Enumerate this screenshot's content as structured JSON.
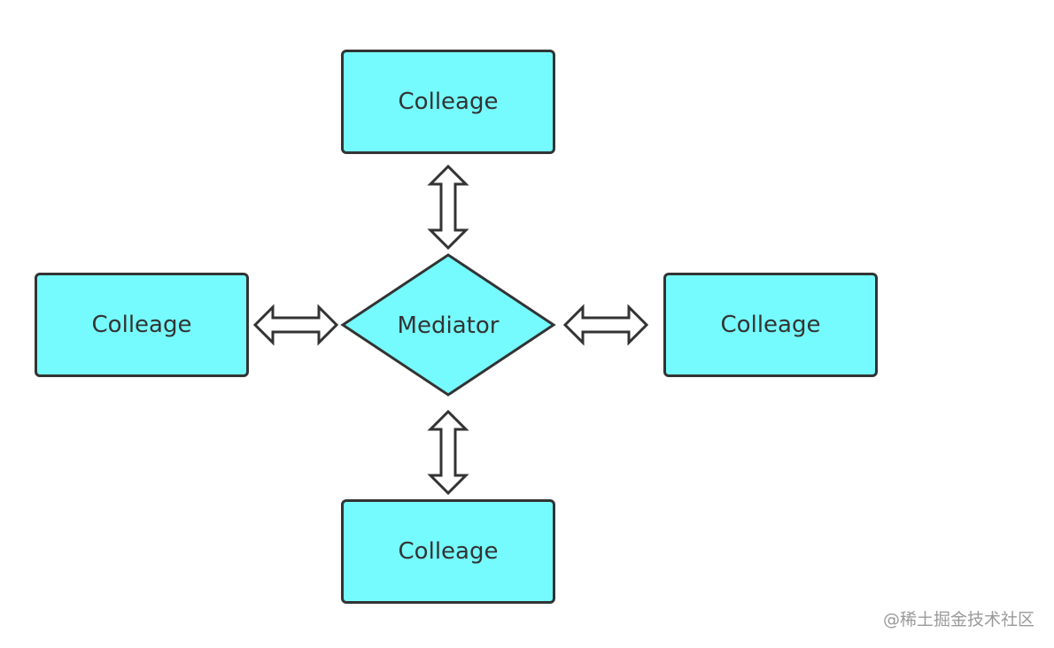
{
  "diagram": {
    "nodes": {
      "top": "Colleage",
      "left": "Colleage",
      "right": "Colleage",
      "bottom": "Colleage",
      "center": "Mediator"
    },
    "colors": {
      "fill": "#75FBFD",
      "stroke": "#333333",
      "arrow_fill": "#FFFFFF"
    },
    "watermark": "@稀土掘金技术社区"
  }
}
